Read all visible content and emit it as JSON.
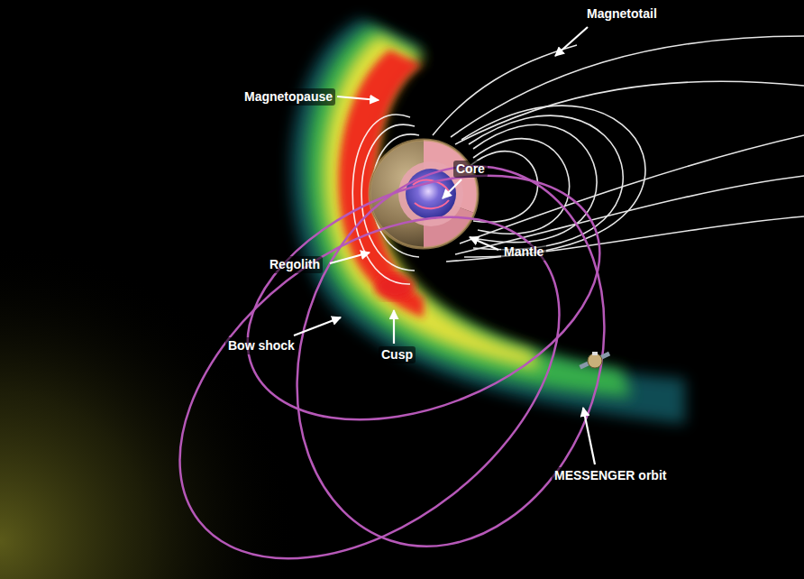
{
  "diagram": {
    "labels": [
      "Magnetotail",
      "Magnetopause",
      "Core",
      "Mantle",
      "Regolith",
      "Bow shock",
      "Cusp",
      "MESSENGER orbit"
    ]
  }
}
